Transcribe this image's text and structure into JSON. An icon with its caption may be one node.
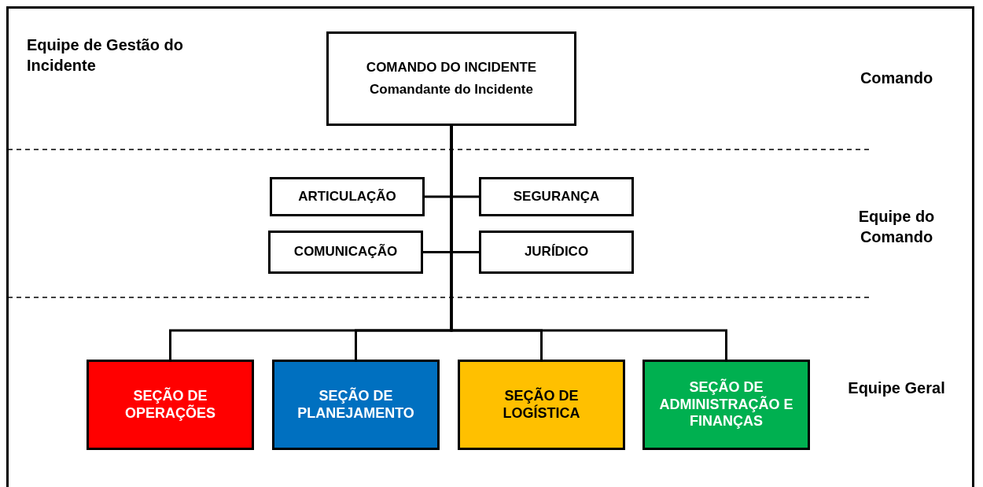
{
  "diagram": {
    "nodes": [
      {
        "text": [
          "COMANDO DO INCIDENTE",
          "Comandante do Incidente"
        ]
      },
      {
        "text": [
          "ARTICULAÇÃO"
        ]
      },
      {
        "text": [
          "SEGURANÇA"
        ]
      },
      {
        "text": [
          "COMUNICAÇÃO"
        ]
      },
      {
        "text": [
          "JURÍDICO"
        ]
      },
      {
        "text": [
          "SEÇÃO DE OPERAÇÕES"
        ]
      },
      {
        "text": [
          "SEÇÃO DE PLANEJAMENTO"
        ]
      },
      {
        "text": [
          "SEÇÃO DE LOGÍSTICA"
        ]
      },
      {
        "text": [
          "SEÇÃO DE ADMINISTRAÇÃO E FINANÇAS"
        ]
      }
    ],
    "edges": [
      {
        "from": 0,
        "to": 1,
        "arrow": "none"
      },
      {
        "from": 0,
        "to": 2,
        "arrow": "none"
      },
      {
        "from": 0,
        "to": 3,
        "arrow": "none"
      },
      {
        "from": 0,
        "to": 4,
        "arrow": "none"
      },
      {
        "from": 0,
        "to": 5,
        "arrow": "none"
      },
      {
        "from": 0,
        "to": 6,
        "arrow": "none"
      },
      {
        "from": 0,
        "to": 7,
        "arrow": "none"
      },
      {
        "from": 0,
        "to": 8,
        "arrow": "none"
      }
    ],
    "labels": [
      "Equipe de Gestão do Incidente",
      "Comando",
      "Equipe do Comando",
      "Equipe Geral"
    ]
  }
}
